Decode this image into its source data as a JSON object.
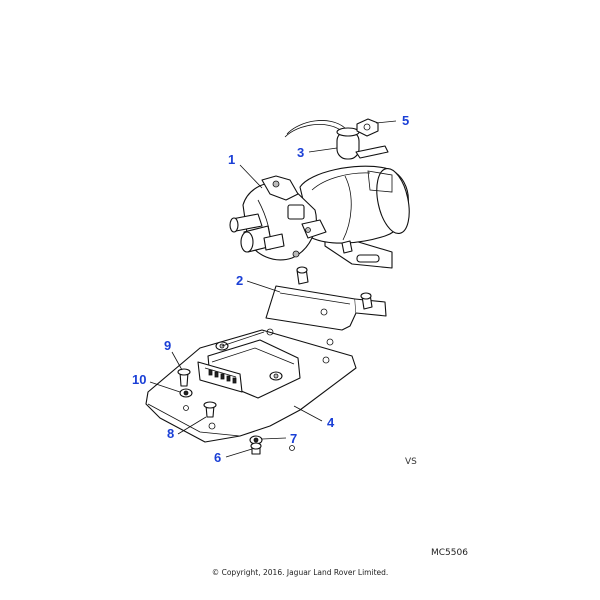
{
  "diagram": {
    "callouts": [
      "1",
      "2",
      "3",
      "4",
      "5",
      "6",
      "7",
      "8",
      "9",
      "10"
    ],
    "view_ref": "VS",
    "diagram_code": "MC5506",
    "copyright": "© Copyright, 2016. Jaguar Land Rover Limited."
  },
  "colors": {
    "callout": "#1a3fd6",
    "line": "#111111"
  }
}
